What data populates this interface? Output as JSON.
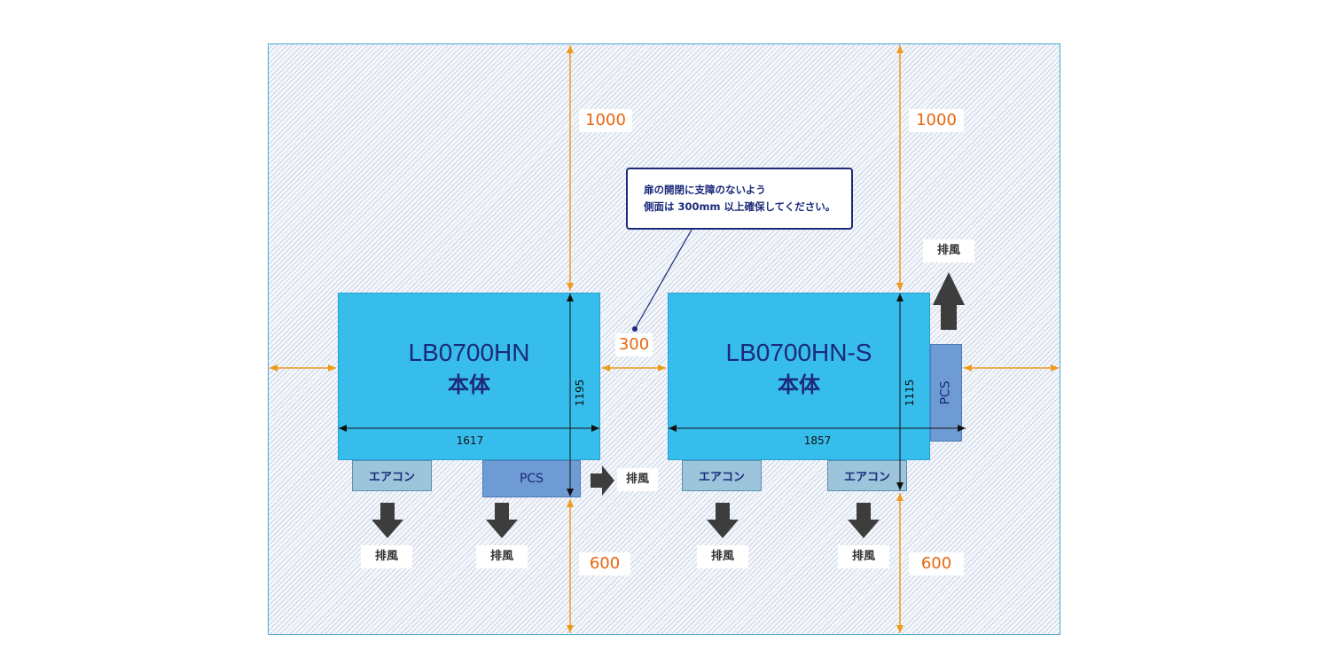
{
  "units": [
    {
      "name": "LB0700HN",
      "suffix": "本体",
      "width_dim": "1617",
      "depth_dim": "1195"
    },
    {
      "name": "LB0700HN-S",
      "suffix": "本体",
      "width_dim": "1857",
      "depth_dim": "1115"
    }
  ],
  "aircon_label": "エアコン",
  "pcs_label": "PCS",
  "exhaust_label": "排風",
  "clearance": {
    "top": "1000",
    "bottom": "600",
    "side": "300"
  },
  "callout": {
    "line1": "扉の開閉に支障のないよう",
    "line2": "側面は 300mm 以上確保してください。"
  },
  "colors": {
    "unit": "#37bdec",
    "aircon": "#9cc4da",
    "pcs": "#6e9bd3",
    "dimension_orange": "#f09a1c",
    "dimension_text": "#e8650e",
    "navy": "#1b2a7a"
  }
}
